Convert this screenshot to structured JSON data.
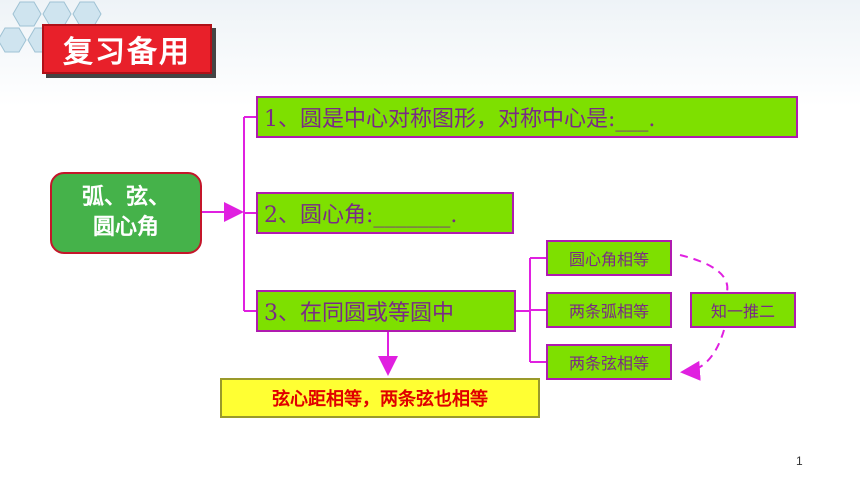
{
  "slide": {
    "title": "复习备用",
    "page_number": "1"
  },
  "diagram": {
    "main_node": {
      "line1": "弧、弦、",
      "line2": "圆心角"
    },
    "branch1": "1、圆是中心对称图形，对称中心是:___.",
    "branch2": "2、圆心角:_______.",
    "branch3": "3、在同圆或等圆中",
    "sub_items": [
      "圆心角相等",
      "两条弧相等",
      "两条弦相等"
    ],
    "rule_box": "知一推二",
    "conclusion": "弦心距相等，两条弦也相等"
  },
  "colors": {
    "title_bg": "#e8202a",
    "main_node_bg": "#45b24a",
    "branch_bg": "#7ee000",
    "connector": "#e020e0",
    "conclusion_bg": "#ffff33",
    "conclusion_text": "#e00000"
  }
}
